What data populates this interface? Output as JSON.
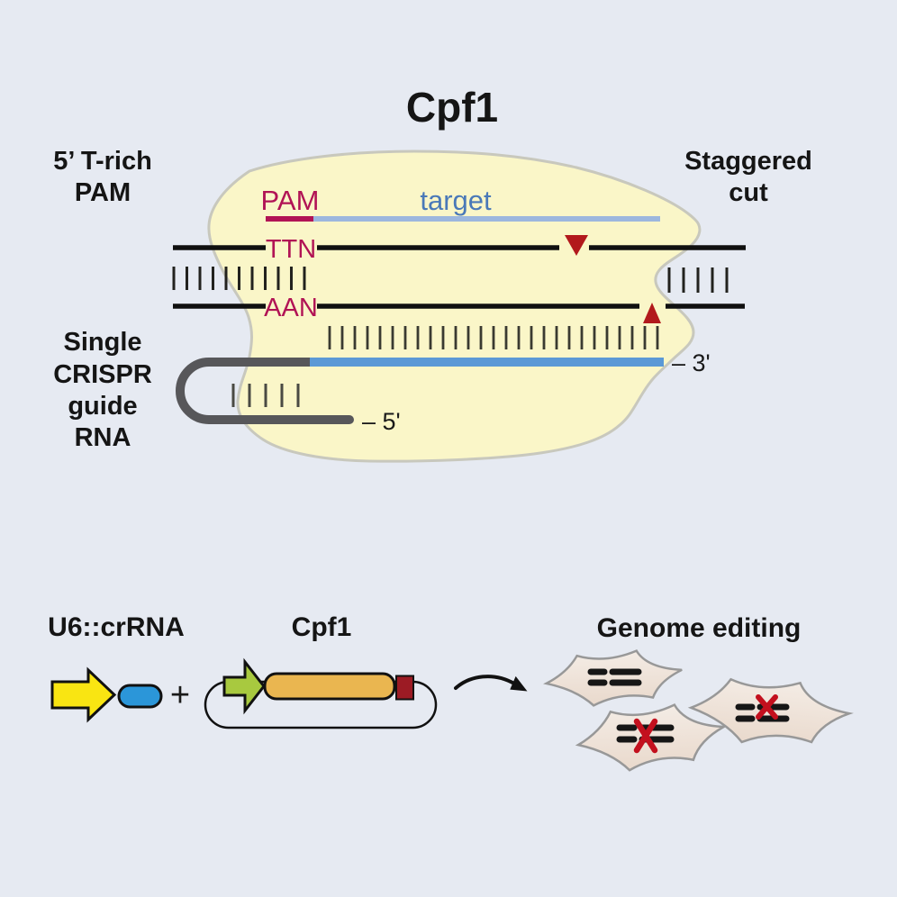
{
  "figure": {
    "title": "Cpf1",
    "labels": {
      "pam_side_line1": "5’ T-rich",
      "pam_side_line2": "PAM",
      "cut_side_line1": "Staggered",
      "cut_side_line2": "cut",
      "sgrna_line1": "Single",
      "sgrna_line2": "CRISPR",
      "sgrna_line3": "guide",
      "sgrna_line4": "RNA"
    },
    "dna": {
      "pam": "PAM",
      "target": "target",
      "top_pam_seq": "TTN",
      "bottom_pam_seq": "AAN",
      "guide_end_3": "– 3'",
      "guide_end_5": "– 5'"
    }
  },
  "constructs": {
    "crrna_label": "U6::crRNA",
    "cpf1_label": "Cpf1",
    "plus": "+",
    "result_label": "Genome editing"
  },
  "colors": {
    "background": "#e6eaf2",
    "protein_blob": "#faf6c8",
    "pam_crimson": "#b11355",
    "target_text_blue": "#4a79b8",
    "target_line_blue": "#9cb7de",
    "guide_blue": "#5b99d6",
    "guide_grey": "#57575a",
    "cut_triangle_red": "#b2191c",
    "promoter_yellow": "#f9e512",
    "crrna_pill_blue": "#2b96d9",
    "promoter_green": "#a8c93f",
    "cpf1_gene_orange": "#eab650",
    "terminator_dark_red": "#9c1b24",
    "cell_fill": "#f1e7de",
    "mutation_x_red": "#c3101e"
  }
}
